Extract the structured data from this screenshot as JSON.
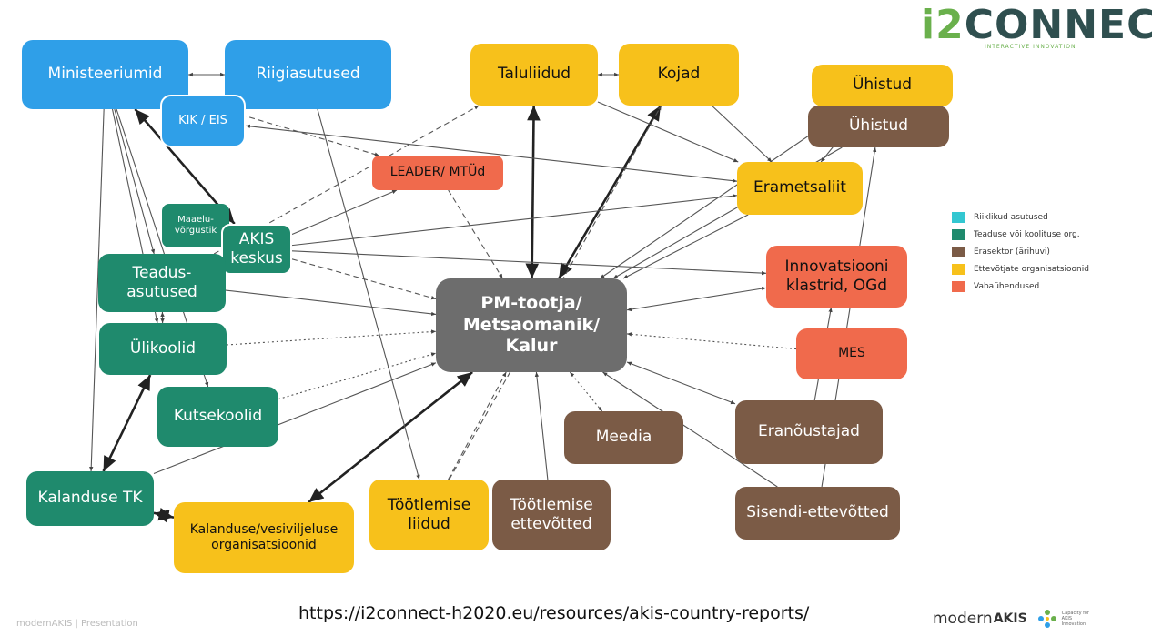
{
  "logo": {
    "wordmark_prefix": "i2",
    "wordmark_rest": "CONNECT",
    "tagline": "INTERACTIVE INNOVATION",
    "accent_color": "#6ab04c"
  },
  "url": "https://i2connect-h2020.eu/resources/akis-country-reports/",
  "footer": {
    "left": "modernAKIS | Presentation",
    "modern_prefix": "modern",
    "modern_bold": "AKIS",
    "modern_tag": "Capacity for AKIS Innovation"
  },
  "colors": {
    "public": "#2f9fe8",
    "research": "#1f8a6d",
    "private": "#7b5b46",
    "farmer_org": "#f7c11b",
    "ngo": "#f06a4c",
    "center": "#6d6d6d"
  },
  "legend": [
    {
      "label": "Riiklikud asutused",
      "color": "#33c7d1"
    },
    {
      "label": "Teaduse või koolituse org.",
      "color": "#1f8a6d"
    },
    {
      "label": "Erasektor (ärihuvi)",
      "color": "#7b5b46"
    },
    {
      "label": "Ettevõtjate organisatsioonid",
      "color": "#f7c11b"
    },
    {
      "label": "Vabaühendused",
      "color": "#f06a4c"
    }
  ],
  "nodes": [
    {
      "id": "ministeeriumid",
      "label": "Ministeeriumid",
      "cat": "public"
    },
    {
      "id": "riigiasutused",
      "label": "Riigiasutused",
      "cat": "public"
    },
    {
      "id": "kik",
      "label": "KIK / EIS",
      "cat": "public"
    },
    {
      "id": "taluliidud",
      "label": "Taluliidud",
      "cat": "farmer_org"
    },
    {
      "id": "kojad",
      "label": "Kojad",
      "cat": "farmer_org"
    },
    {
      "id": "uhistud_y",
      "label": "Ühistud",
      "cat": "farmer_org"
    },
    {
      "id": "uhistud_b",
      "label": "Ühistud",
      "cat": "private"
    },
    {
      "id": "leader",
      "label": "LEADER/ MTÜd",
      "cat": "ngo"
    },
    {
      "id": "erametsaliit",
      "label": "Erametsaliit",
      "cat": "farmer_org"
    },
    {
      "id": "maaelu",
      "label": "Maaelu-\nvõrgustik",
      "cat": "research"
    },
    {
      "id": "akis",
      "label": "AKIS\nkeskus",
      "cat": "research"
    },
    {
      "id": "teadus",
      "label": "Teadus-\nasutused",
      "cat": "research"
    },
    {
      "id": "innovatsiooni",
      "label": "Innovatsiooni\nklastrid, OGd",
      "cat": "ngo"
    },
    {
      "id": "pm",
      "label": "PM-tootja/\nMetsaomanik/\nKalur",
      "cat": "center"
    },
    {
      "id": "ulikoolid",
      "label": "Ülikoolid",
      "cat": "research"
    },
    {
      "id": "mes",
      "label": "MES",
      "cat": "ngo"
    },
    {
      "id": "kutsekoolid",
      "label": "Kutsekoolid",
      "cat": "research"
    },
    {
      "id": "meedia",
      "label": "Meedia",
      "cat": "private"
    },
    {
      "id": "eranoustajad",
      "label": "Eranõustajad",
      "cat": "private"
    },
    {
      "id": "kalanduse_tk",
      "label": "Kalanduse TK",
      "cat": "research"
    },
    {
      "id": "tootlemise_liidud",
      "label": "Töötlemise\nliidud",
      "cat": "farmer_org"
    },
    {
      "id": "tootlemise_ettevotted",
      "label": "Töötlemise\nettevõtted",
      "cat": "private"
    },
    {
      "id": "sisendi",
      "label": "Sisendi-ettevõtted",
      "cat": "private"
    },
    {
      "id": "kalanduse_org",
      "label": "Kalanduse/vesiviljeluse\norganisatsioonid",
      "cat": "farmer_org"
    }
  ],
  "edges": [
    {
      "from": "ministeeriumid",
      "to": "riigiasutused",
      "style": "solid",
      "dir": "both"
    },
    {
      "from": "taluliidud",
      "to": "kojad",
      "style": "solid",
      "dir": "both"
    },
    {
      "from": "uhistud_y",
      "to": "uhistud_b",
      "style": "solid",
      "dir": "both"
    },
    {
      "from": "ministeeriumid",
      "to": "akis",
      "style": "bold",
      "dir": "both"
    },
    {
      "from": "taluliidud",
      "to": "pm",
      "style": "bold",
      "dir": "both"
    },
    {
      "from": "kojad",
      "to": "pm",
      "style": "bold",
      "dir": "both"
    },
    {
      "from": "uhistud_y",
      "to": "pm",
      "style": "solid",
      "dir": "forward"
    },
    {
      "from": "uhistud_b",
      "to": "pm",
      "style": "solid",
      "dir": "forward"
    },
    {
      "from": "leader",
      "to": "pm",
      "style": "dashed",
      "dir": "forward"
    },
    {
      "from": "akis",
      "to": "pm",
      "style": "dashed",
      "dir": "forward"
    },
    {
      "from": "teadus",
      "to": "pm",
      "style": "solid",
      "dir": "forward"
    },
    {
      "from": "ulikoolid",
      "to": "pm",
      "style": "dotted",
      "dir": "forward"
    },
    {
      "from": "kutsekoolid",
      "to": "pm",
      "style": "dotted",
      "dir": "forward"
    },
    {
      "from": "kalanduse_tk",
      "to": "pm",
      "style": "solid",
      "dir": "forward"
    },
    {
      "from": "kalanduse_org",
      "to": "pm",
      "style": "bold",
      "dir": "both"
    },
    {
      "from": "tootlemise_liidud",
      "to": "pm",
      "style": "dashed",
      "dir": "forward"
    },
    {
      "from": "tootlemise_ettevotted",
      "to": "pm",
      "style": "solid",
      "dir": "forward"
    },
    {
      "from": "meedia",
      "to": "pm",
      "style": "dotted",
      "dir": "both"
    },
    {
      "from": "eranoustajad",
      "to": "pm",
      "style": "solid",
      "dir": "both"
    },
    {
      "from": "innovatsiooni",
      "to": "pm",
      "style": "solid",
      "dir": "both"
    },
    {
      "from": "mes",
      "to": "pm",
      "style": "dotted",
      "dir": "forward"
    },
    {
      "from": "erametsaliit",
      "to": "pm",
      "style": "solid",
      "dir": "forward"
    },
    {
      "from": "ministeeriumid",
      "to": "teadus",
      "style": "solid",
      "dir": "forward"
    },
    {
      "from": "ministeeriumid",
      "to": "ulikoolid",
      "style": "solid",
      "dir": "forward"
    },
    {
      "from": "ministeeriumid",
      "to": "kutsekoolid",
      "style": "solid",
      "dir": "forward"
    },
    {
      "from": "ministeeriumid",
      "to": "kalanduse_tk",
      "style": "solid",
      "dir": "forward"
    },
    {
      "from": "teadus",
      "to": "ulikoolid",
      "style": "solid",
      "dir": "both"
    },
    {
      "from": "ulikoolid",
      "to": "kalanduse_tk",
      "style": "bold",
      "dir": "both"
    },
    {
      "from": "kalanduse_tk",
      "to": "kalanduse_org",
      "style": "bold",
      "dir": "both"
    },
    {
      "from": "riigiasutused",
      "to": "tootlemise_liidud",
      "style": "solid",
      "dir": "forward"
    },
    {
      "from": "kik",
      "to": "erametsaliit",
      "style": "solid",
      "dir": "both"
    },
    {
      "from": "akis",
      "to": "innovatsiooni",
      "style": "solid",
      "dir": "forward"
    },
    {
      "from": "akis",
      "to": "erametsaliit",
      "style": "solid",
      "dir": "forward"
    },
    {
      "from": "akis",
      "to": "leader",
      "style": "solid",
      "dir": "forward"
    },
    {
      "from": "teadus",
      "to": "taluliidud",
      "style": "dashed",
      "dir": "forward"
    },
    {
      "from": "ministeeriumid",
      "to": "leader",
      "style": "dashed",
      "dir": "forward"
    },
    {
      "from": "kojad",
      "to": "erametsaliit",
      "style": "solid",
      "dir": "forward"
    },
    {
      "from": "taluliidud",
      "to": "erametsaliit",
      "style": "solid",
      "dir": "forward"
    },
    {
      "from": "uhistud_y",
      "to": "erametsaliit",
      "style": "solid",
      "dir": "both"
    },
    {
      "from": "sisendi",
      "to": "uhistud_b",
      "style": "solid",
      "dir": "forward"
    },
    {
      "from": "eranoustajad",
      "to": "innovatsiooni",
      "style": "solid",
      "dir": "forward"
    },
    {
      "from": "sisendi",
      "to": "pm",
      "style": "solid",
      "dir": "forward"
    },
    {
      "from": "tootlemise_liidud",
      "to": "kojad",
      "style": "dashed",
      "dir": "forward"
    }
  ]
}
